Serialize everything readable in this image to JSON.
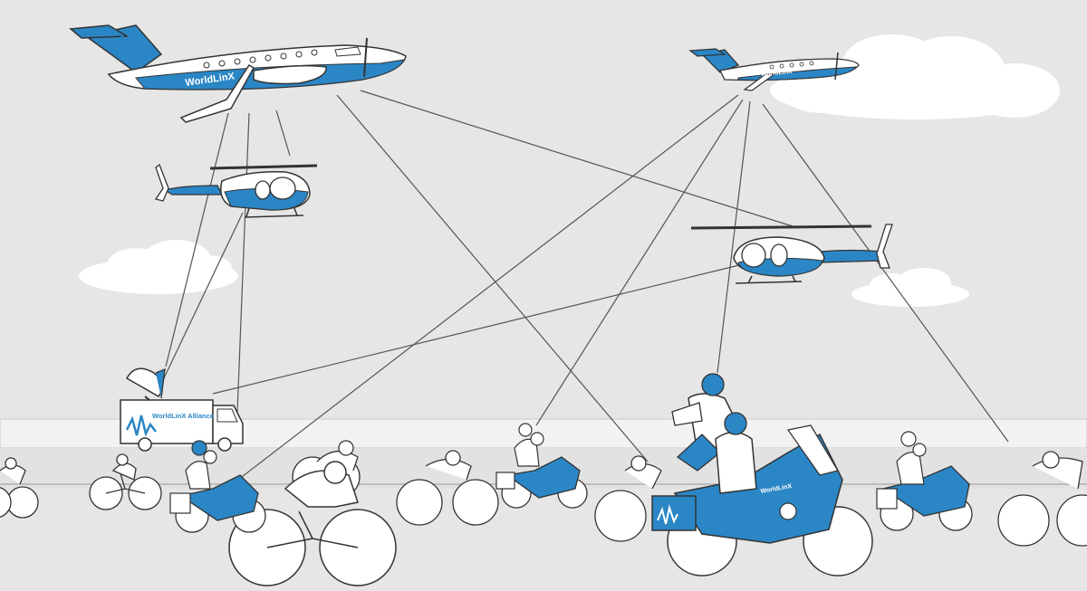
{
  "colors": {
    "sky": "#e6e6e6",
    "brand_blue": "#2b86c5",
    "outline": "#333333",
    "white": "#ffffff",
    "road": "#f2f2f2",
    "road_edge": "#cfcfcf",
    "link_line": "#555555"
  },
  "livery": {
    "plane_left_text": "WorldLinX",
    "plane_right_text": "WorldLinX",
    "truck_text": "WorldLinX Alliance",
    "moto_text": "WorldLinX"
  }
}
